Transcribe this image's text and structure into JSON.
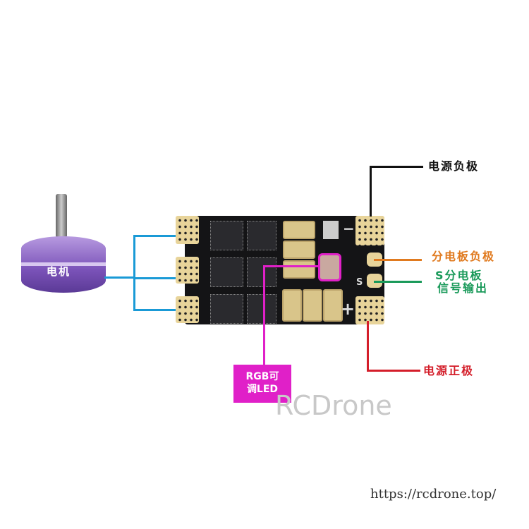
{
  "motor": {
    "label": "电机",
    "color": "#8a5fc4"
  },
  "labels": {
    "power_negative": "电源负极",
    "pdb_negative": "分电板负极",
    "signal_line1": "S分电板",
    "signal_line2": "信号输出",
    "power_positive": "电源正极",
    "rgb_line1": "RGB可",
    "rgb_line2": "调LED"
  },
  "board_marks": {
    "minus": "−",
    "plus": "+",
    "s": "S"
  },
  "colors": {
    "phase": "#1a9ad6",
    "negative": "#111111",
    "pdb_negative": "#e07a1f",
    "signal": "#1a9a5a",
    "positive": "#d41e2a",
    "rgb": "#e020c8"
  },
  "watermark": "RCDrone",
  "url": "https://rcdrone.top/"
}
